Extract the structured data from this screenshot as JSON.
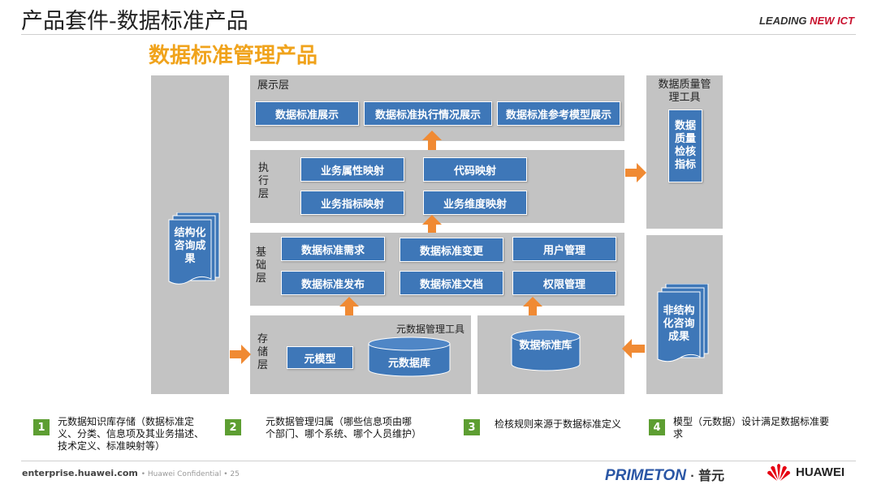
{
  "header": {
    "title": "产品套件-数据标准产品",
    "brand_main": "LEADING ",
    "brand_accent": "NEW ICT",
    "subtitle": "数据标准管理产品"
  },
  "diagram": {
    "left_doc": "结构化咨询成果",
    "display_layer": {
      "label": "展示层",
      "boxes": [
        "数据标准展示",
        "数据标准执行情况展示",
        "数据标准参考模型展示"
      ]
    },
    "exec_layer": {
      "label": "执行层",
      "boxes": [
        "业务属性映射",
        "代码映射",
        "业务指标映射",
        "业务维度映射"
      ]
    },
    "base_layer": {
      "label": "基础层",
      "boxes": [
        "数据标准需求",
        "数据标准变更",
        "用户管理",
        "数据标准发布",
        "数据标准文档",
        "权限管理"
      ]
    },
    "storage_layer": {
      "label": "存储层",
      "tool_label": "元数据管理工具",
      "model_box": "元模型",
      "db": "元数据库"
    },
    "std_db": "数据标准库",
    "quality": {
      "label": "数据质量管理工具",
      "box": "数据质量检核指标"
    },
    "right_doc": "非结构化咨询成果"
  },
  "notes": [
    {
      "num": "1",
      "text": "元数据知识库存储（数据标准定义、分类、信息项及其业务描述、技术定义、标准映射等）"
    },
    {
      "num": "2",
      "text": "元数据管理归属（哪些信息项由哪个部门、哪个系统、哪个人员维护）"
    },
    {
      "num": "3",
      "text": "检核规则来源于数据标准定义"
    },
    {
      "num": "4",
      "text": "模型（元数据）设计满足数据标准要求"
    }
  ],
  "footer": {
    "url": "enterprise.huawei.com",
    "confidential": "Huawei Confidential",
    "page": "25",
    "primeton": "PRIMETON",
    "primeton_cn": "· 普元",
    "huawei": "HUAWEI"
  },
  "colors": {
    "box_blue": "#3e77b8",
    "panel_gray": "#c3c3c3",
    "arrow_orange": "#f08a33",
    "subtitle_orange": "#f0a31c",
    "note_green": "#5d9e32"
  }
}
